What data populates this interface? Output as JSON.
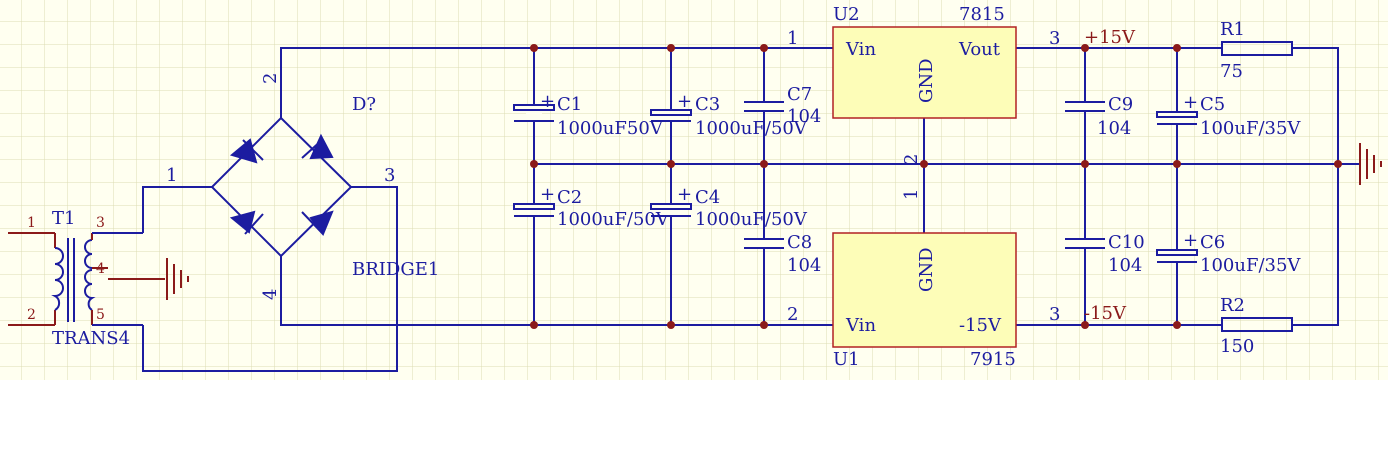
{
  "colors": {
    "wire": "#1c1ca0",
    "junction": "#8b1a1a",
    "ic_fill": "#fdfdb8",
    "ic_border": "#b22222",
    "grid": "#dcdcb4",
    "background": "#fffff0"
  },
  "transformer": {
    "designator": "T1",
    "type": "TRANS4",
    "pins": [
      "1",
      "2",
      "3",
      "4",
      "5"
    ]
  },
  "bridge": {
    "designator": "D?",
    "type": "BRIDGE1",
    "pins": [
      "1",
      "2",
      "3",
      "4"
    ]
  },
  "capacitors": {
    "c1": {
      "name": "C1",
      "value": "1000uF50V"
    },
    "c2": {
      "name": "C2",
      "value": "1000uF/50V"
    },
    "c3": {
      "name": "C3",
      "value": "1000uF/50V"
    },
    "c4": {
      "name": "C4",
      "value": "1000uF/50V"
    },
    "c5": {
      "name": "C5",
      "value": "100uF/35V"
    },
    "c6": {
      "name": "C6",
      "value": "100uF/35V"
    },
    "c7": {
      "name": "C7",
      "value": "104"
    },
    "c8": {
      "name": "C8",
      "value": "104"
    },
    "c9": {
      "name": "C9",
      "value": "104"
    },
    "c10": {
      "name": "C10",
      "value": "104"
    }
  },
  "u2": {
    "designator": "U2",
    "part": "7815",
    "vin": "Vin",
    "vout": "Vout",
    "gnd": "GND",
    "pin_in": "1",
    "pin_out": "3",
    "pin_gnd": "2"
  },
  "u1": {
    "designator": "U1",
    "part": "7915",
    "vin": "Vin",
    "vout": "-15V",
    "gnd": "GND",
    "pin_in": "2",
    "pin_out": "3",
    "pin_gnd": "1"
  },
  "nets": {
    "pos": "+15V",
    "neg": "-15V"
  },
  "resistors": {
    "r1": {
      "name": "R1",
      "value": "75"
    },
    "r2": {
      "name": "R2",
      "value": "150"
    }
  }
}
